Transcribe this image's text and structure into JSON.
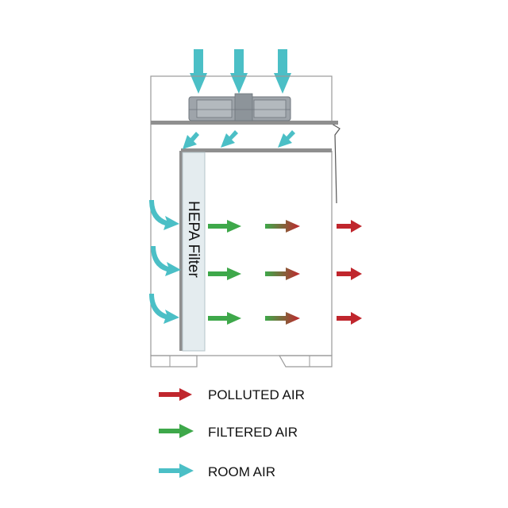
{
  "diagram": {
    "filter_label": "HEPA Filter"
  },
  "legend": [
    {
      "key": "polluted",
      "label": "POLLUTED AIR",
      "color": "#c0262d",
      "icon": "red-arrow-icon"
    },
    {
      "key": "filtered",
      "label": "FILTERED AIR",
      "color": "#3ea84a",
      "icon": "green-arrow-icon"
    },
    {
      "key": "room",
      "label": "ROOM AIR",
      "color": "#4bbfc6",
      "icon": "cyan-arrow-icon"
    }
  ],
  "colors": {
    "outline": "#9a9a9a",
    "shelf": "#8f8f8f",
    "filter_fill": "#e4ecef",
    "fan": "#9ea4aa"
  }
}
